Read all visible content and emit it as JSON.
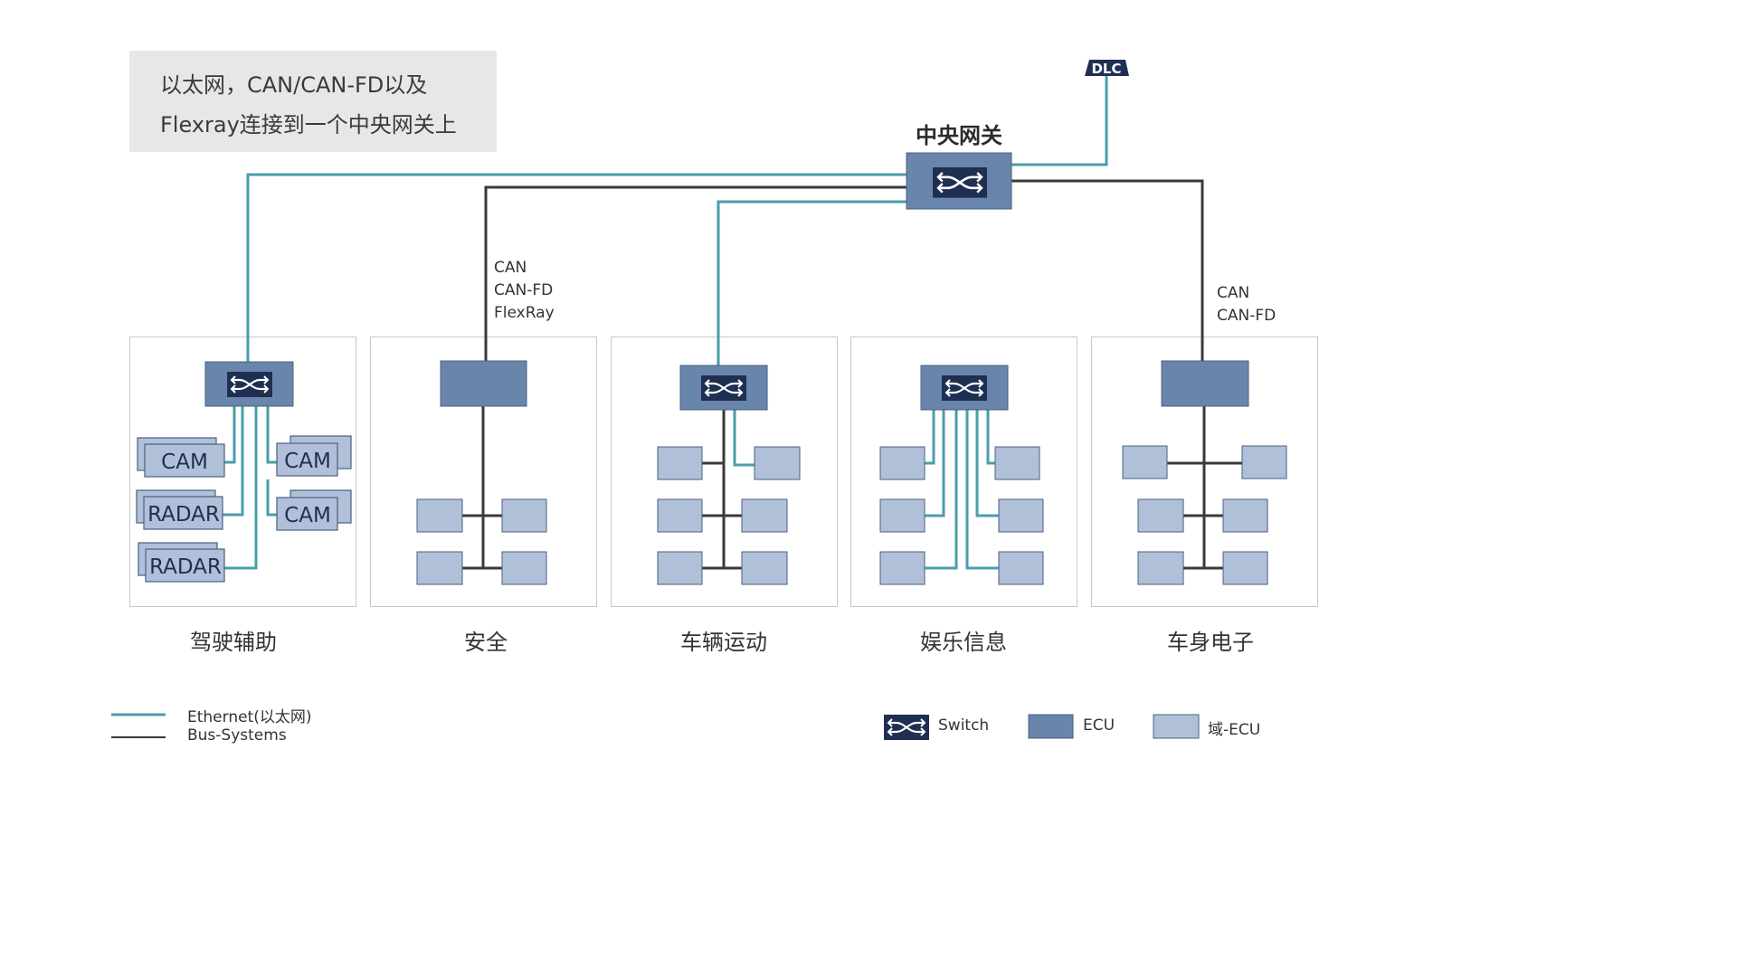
{
  "info_box": {
    "line1": "以太网，CAN/CAN-FD以及",
    "line2": "Flexray连接到一个中央网关上"
  },
  "gateway": {
    "title": "中央网关",
    "dlc_label": "DLC"
  },
  "bus_notes": {
    "safety": [
      "CAN",
      "CAN-FD",
      "FlexRay"
    ],
    "body": [
      "CAN",
      "CAN-FD"
    ]
  },
  "domains": [
    {
      "name": "驾驶辅助"
    },
    {
      "name": "安全"
    },
    {
      "name": "车辆运动"
    },
    {
      "name": "娱乐信息"
    },
    {
      "name": "车身电子"
    }
  ],
  "adas_devices": {
    "cam": "CAM",
    "radar": "RADAR"
  },
  "legend": {
    "ethernet": "Ethernet(以太网)",
    "bus": "Bus-Systems",
    "switch": "Switch",
    "ecu": "ECU",
    "domain_ecu": "域-ECU"
  },
  "colors": {
    "ethernet": "#4a9eaa",
    "bus": "#3a3a3a",
    "ecu": "#6a85ab",
    "domain_ecu": "#b1c0d9",
    "switch": "#1e2f52",
    "info_box": "#e7e7e7"
  },
  "icons": [
    "switch-icon"
  ]
}
